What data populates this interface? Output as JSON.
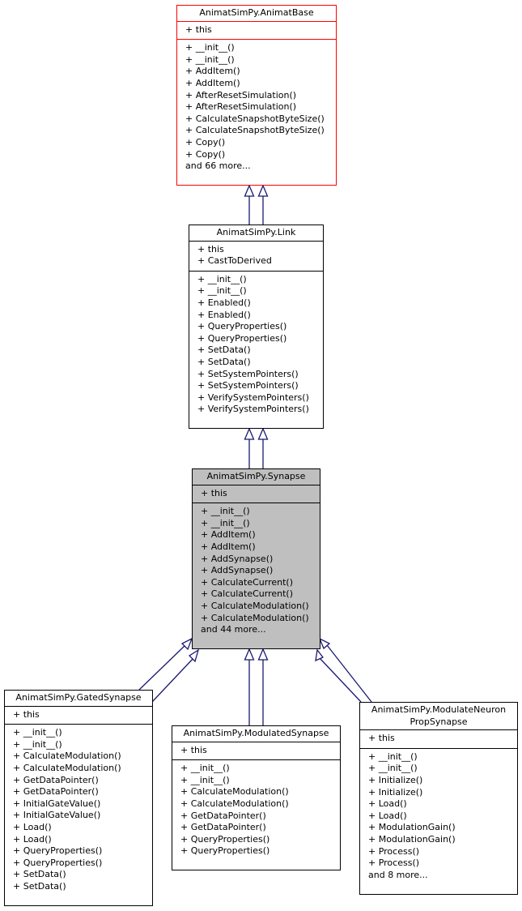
{
  "classes": {
    "base": {
      "name": "AnimatSimPy.AnimatBase",
      "attributes": [
        "+ this"
      ],
      "methods": [
        "+ __init__()",
        "+ __init__()",
        "+ AddItem()",
        "+ AddItem()",
        "+ AfterResetSimulation()",
        "+ AfterResetSimulation()",
        "+ CalculateSnapshotByteSize()",
        "+ CalculateSnapshotByteSize()",
        "+ Copy()",
        "+ Copy()",
        "and 66 more..."
      ]
    },
    "link": {
      "name": "AnimatSimPy.Link",
      "attributes": [
        "+ this",
        "+ CastToDerived"
      ],
      "methods": [
        "+ __init__()",
        "+ __init__()",
        "+ Enabled()",
        "+ Enabled()",
        "+ QueryProperties()",
        "+ QueryProperties()",
        "+ SetData()",
        "+ SetData()",
        "+ SetSystemPointers()",
        "+ SetSystemPointers()",
        "+ VerifySystemPointers()",
        "+ VerifySystemPointers()"
      ]
    },
    "synapse": {
      "name": "AnimatSimPy.Synapse",
      "attributes": [
        "+ this"
      ],
      "methods": [
        "+ __init__()",
        "+ __init__()",
        "+ AddItem()",
        "+ AddItem()",
        "+ AddSynapse()",
        "+ AddSynapse()",
        "+ CalculateCurrent()",
        "+ CalculateCurrent()",
        "+ CalculateModulation()",
        "+ CalculateModulation()",
        "and 44 more..."
      ]
    },
    "gated": {
      "name": "AnimatSimPy.GatedSynapse",
      "attributes": [
        "+ this"
      ],
      "methods": [
        "+ __init__()",
        "+ __init__()",
        "+ CalculateModulation()",
        "+ CalculateModulation()",
        "+ GetDataPointer()",
        "+ GetDataPointer()",
        "+ InitialGateValue()",
        "+ InitialGateValue()",
        "+ Load()",
        "+ Load()",
        "+ QueryProperties()",
        "+ QueryProperties()",
        "+ SetData()",
        "+ SetData()"
      ]
    },
    "modulated": {
      "name": "AnimatSimPy.ModulatedSynapse",
      "attributes": [
        "+ this"
      ],
      "methods": [
        "+ __init__()",
        "+ __init__()",
        "+ CalculateModulation()",
        "+ CalculateModulation()",
        "+ GetDataPointer()",
        "+ GetDataPointer()",
        "+ QueryProperties()",
        "+ QueryProperties()"
      ]
    },
    "modprop": {
      "name_line1": "AnimatSimPy.ModulateNeuron",
      "name_line2": "PropSynapse",
      "attributes": [
        "+ this"
      ],
      "methods": [
        "+ __init__()",
        "+ __init__()",
        "+ Initialize()",
        "+ Initialize()",
        "+ Load()",
        "+ Load()",
        "+ ModulationGain()",
        "+ ModulationGain()",
        "+ Process()",
        "+ Process()",
        "and 8 more..."
      ]
    }
  },
  "colors": {
    "arrow": "#191970",
    "base_border": "#ff0000",
    "focus_fill": "#bfbfbf"
  }
}
